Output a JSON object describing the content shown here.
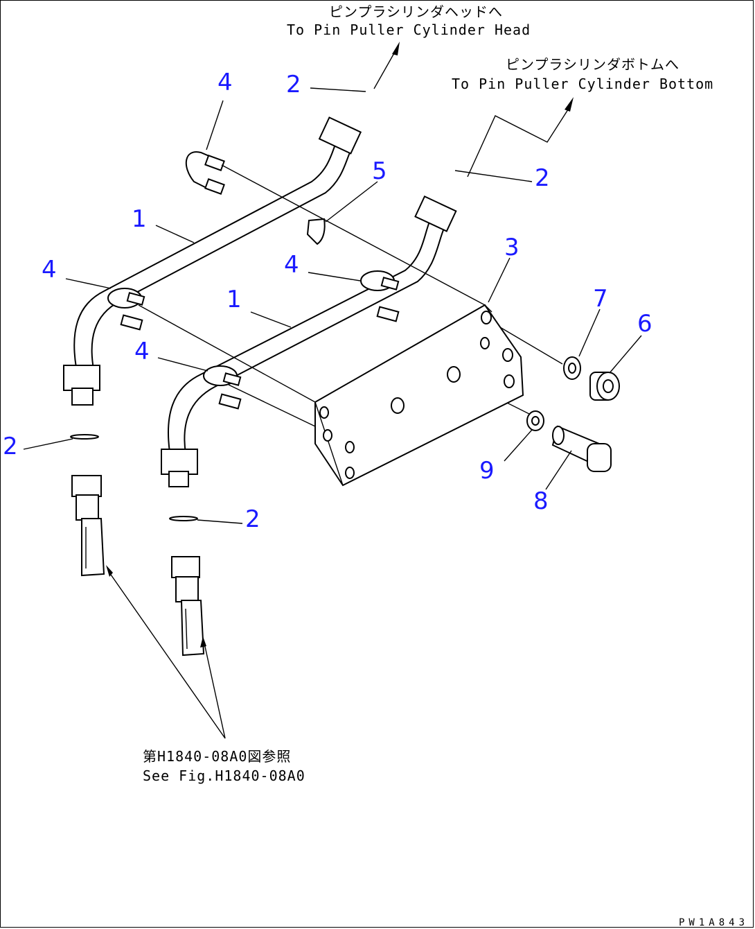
{
  "callouts": {
    "c2_top": "2",
    "c4_top": "4",
    "c2_right": "2",
    "c5": "5",
    "c1_upper": "1",
    "c3": "3",
    "c4_left": "4",
    "c4_mid": "4",
    "c1_lower": "1",
    "c7": "7",
    "c6": "6",
    "c4_lower": "4",
    "c2_left": "2",
    "c9": "9",
    "c8": "8",
    "c2_bottom": "2"
  },
  "notes": {
    "head_jp": "ピンプラシリンダヘッドへ",
    "head_en": "To Pin Puller Cylinder Head",
    "bottom_jp": "ピンプラシリンダボトムへ",
    "bottom_en": "To Pin Puller Cylinder Bottom",
    "ref_jp": "第H1840-08A0図参照",
    "ref_en": "See Fig.H1840-08A0"
  },
  "figure_code": "PW1A843",
  "colors": {
    "callout": "#1a1aff",
    "line": "#000000"
  }
}
